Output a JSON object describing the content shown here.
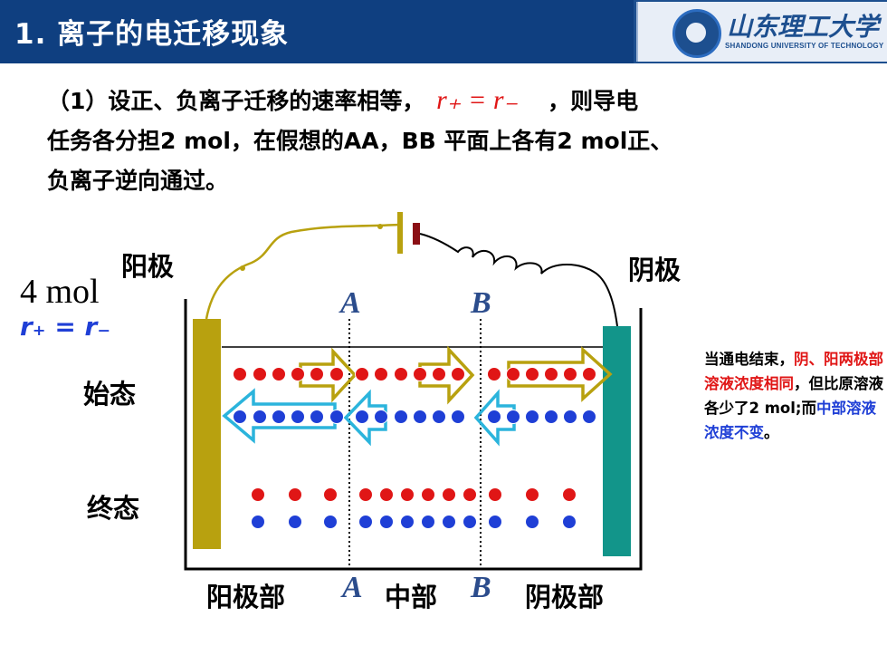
{
  "header": {
    "title": "1. 离子的电迁移现象",
    "logo": {
      "name": "山东理工大学",
      "subtitle": "SHANDONG UNIVERSITY OF TECHNOLOGY"
    }
  },
  "intro": {
    "line1_prefix": "（1）设正、负离子迁移的速率相等，",
    "equation": "r₊ = r₋",
    "line1_suffix": "，则导电",
    "line2": "任务各分担2 mol，在假想的AA，BB 平面上各有2 mol正、",
    "line3": "负离子逆向通过。"
  },
  "diagram": {
    "total_amount": "4 mol",
    "rate_equation": "r₊ = r₋",
    "anode_label": "阳极",
    "cathode_label": "阴极",
    "plane_a": "A",
    "plane_b": "B",
    "initial_state": "始态",
    "final_state": "终态",
    "region_anode": "阳极部",
    "region_middle": "中部",
    "region_cathode": "阴极部"
  },
  "note": {
    "part1": "当通电结束，",
    "part2": "阴、阳两极部溶液浓度相同",
    "part3": "，但比原溶液各少了2 mol;",
    "part4": "而",
    "part5": "中部溶液浓度不变",
    "part6": "。"
  },
  "colors": {
    "header_bg": "#0f3f80",
    "anode": "#b8a10f",
    "cathode": "#12958a",
    "cation": "#e01616",
    "anion": "#1f3fd6",
    "cation_arrow": "#b8a10f",
    "anion_arrow": "#2bb4dc",
    "highlight_red": "#e01616",
    "highlight_blue": "#1f3fd6"
  }
}
